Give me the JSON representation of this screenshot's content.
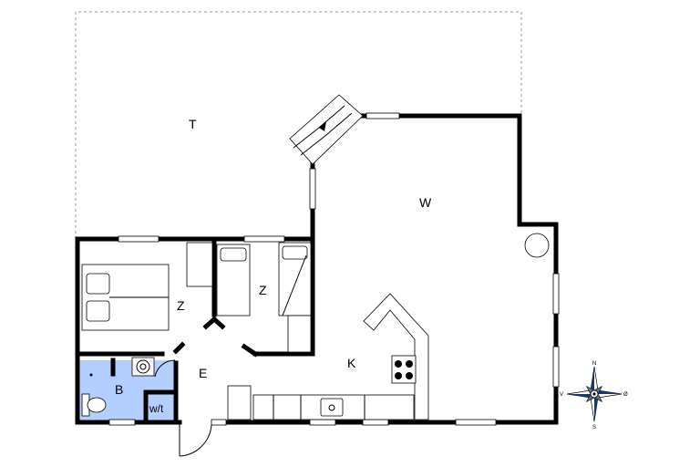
{
  "rooms": {
    "terrace": "T",
    "living": "W",
    "bedroom_1": "Z",
    "bedroom_2": "Z",
    "kitchen": "K",
    "entrance": "E",
    "bathroom": "B",
    "toilet": "w/t"
  },
  "compass": {
    "north": "N",
    "south": "S",
    "west": "V",
    "east": "Ø"
  },
  "colors": {
    "wall": "#000000",
    "bathroom_fill": "#b3ceff",
    "terrace_outline": "#999999"
  }
}
